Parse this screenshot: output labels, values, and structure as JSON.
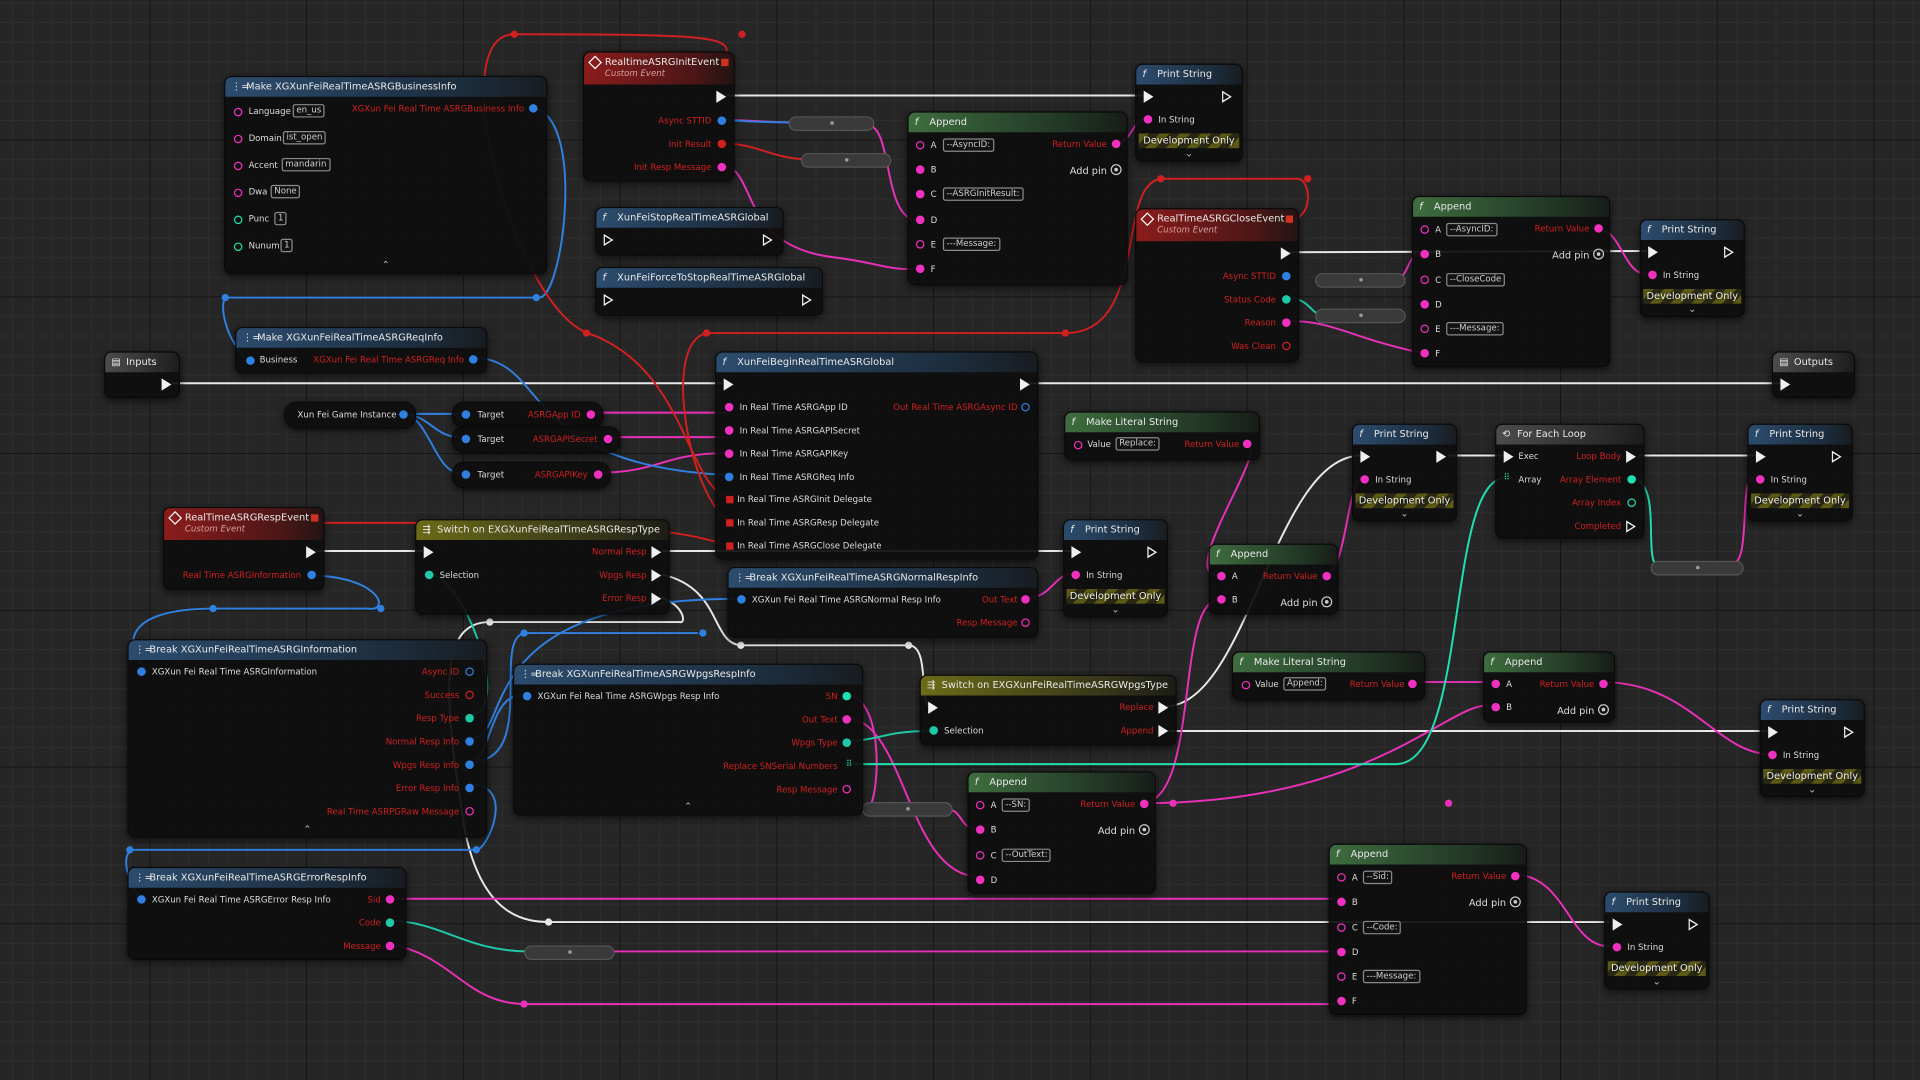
{
  "colors": {
    "exec": "#f0f0f0",
    "string": "#f030c0",
    "struct": "#2f80e0",
    "enum": "#1fc8a8",
    "bool": "#d02020",
    "int": "#1fe0b0",
    "header_function": "#2c4c6e",
    "header_pure": "#3e6d3e",
    "header_event": "#8c1c1c",
    "header_switch": "#6b6b18"
  },
  "common": {
    "dev_only": "Development Only",
    "in_string": "In String",
    "return_value": "Return Value",
    "add_pin": "Add pin",
    "custom_event": "Custom Event",
    "target": "Target",
    "value": "Value",
    "selection": "Selection"
  },
  "nodes": {
    "make_business": {
      "title": "Make XGXunFeiRealTimeASRGBusinessInfo",
      "output": "XGXun Fei Real Time ASRGBusiness Info",
      "fields": [
        {
          "label": "Language",
          "value": "en_us"
        },
        {
          "label": "Domain",
          "value": "ist_open"
        },
        {
          "label": "Accent",
          "value": "mandarin"
        },
        {
          "label": "Dwa",
          "value": "None"
        },
        {
          "label": "Punc",
          "value": "1"
        },
        {
          "label": "Nunum",
          "value": "1"
        }
      ]
    },
    "init_event": {
      "title": "RealtimeASRGInitEvent",
      "pins": [
        "Async STTID",
        "Init Result",
        "Init Resp Message"
      ]
    },
    "append1": {
      "title": "Append",
      "a": "--AsyncID:",
      "c": "--ASRGInitResult:",
      "e": "---Message:",
      "labels": [
        "A",
        "B",
        "C",
        "D",
        "E",
        "F"
      ]
    },
    "print1": {
      "title": "Print String"
    },
    "stop_global": {
      "title": "XunFeiStopRealTimeASRGlobal"
    },
    "force_stop": {
      "title": "XunFeiForceToStopRealTimeASRGlobal"
    },
    "close_event": {
      "title": "RealTimeASRGCloseEvent",
      "pins": [
        "Async STTID",
        "Status Code",
        "Reason",
        "Was Clean"
      ]
    },
    "append2": {
      "title": "Append",
      "a": "--AsyncID:",
      "c": "--CloseCode",
      "e": "---Message:",
      "labels": [
        "A",
        "B",
        "C",
        "D",
        "E",
        "F"
      ]
    },
    "print2": {
      "title": "Print String"
    },
    "make_req": {
      "title": "Make XGXunFeiRealTimeASRGReqInfo",
      "input": "Business",
      "output": "XGXun Fei Real Time ASRGReq Info"
    },
    "inputs": {
      "title": "Inputs"
    },
    "outputs": {
      "title": "Outputs"
    },
    "game_instance": {
      "label": "Xun Fei Game Instance"
    },
    "getters": [
      {
        "label": "ASRGApp ID"
      },
      {
        "label": "ASRGAPISecret"
      },
      {
        "label": "ASRGAPIKey"
      }
    ],
    "begin_global": {
      "title": "XunFeiBeginRealTimeASRGlobal",
      "inputs": [
        "In Real Time ASRGApp ID",
        "In Real Time ASRGAPISecret",
        "In Real Time ASRGAPIKey",
        "In Real Time ASRGReq Info",
        "In Real Time ASRGInit Delegate",
        "In Real Time ASRGResp Delegate",
        "In Real Time ASRGClose Delegate"
      ],
      "output": "Out Real Time ASRGAsync ID"
    },
    "literal1": {
      "title": "Make Literal String",
      "value": "Replace:"
    },
    "print3": {
      "title": "Print String"
    },
    "foreach": {
      "title": "For Each Loop",
      "exec": "Exec",
      "array": "Array",
      "loop_body": "Loop Body",
      "array_element": "Array Element",
      "array_index": "Array Index",
      "completed": "Completed"
    },
    "print4": {
      "title": "Print String"
    },
    "resp_event": {
      "title": "RealTimeASRGRespEvent",
      "output": "Real Time ASRGInformation"
    },
    "switch_resp": {
      "title": "Switch on EXGXunFeiRealTimeASRGRespType",
      "outs": [
        "Normal Resp",
        "Wpgs Resp",
        "Error Resp"
      ]
    },
    "break_normal": {
      "title": "Break XGXunFeiRealTimeASRGNormalRespInfo",
      "input": "XGXun Fei Real Time ASRGNormal Resp Info",
      "outs": [
        "Out Text",
        "Resp Message"
      ]
    },
    "print5": {
      "title": "Print String"
    },
    "append3": {
      "title": "Append",
      "labels": [
        "A",
        "B"
      ]
    },
    "break_info": {
      "title": "Break XGXunFeiRealTimeASRGInformation",
      "input": "XGXun Fei Real Time ASRGInformation",
      "outs": [
        "Async ID",
        "Success",
        "Resp Type",
        "Normal Resp Info",
        "Wpgs Resp Info",
        "Error Resp Info",
        "Real Time ASRPGRaw Message"
      ]
    },
    "break_wpgs": {
      "title": "Break XGXunFeiRealTimeASRGWpgsRespInfo",
      "input": "XGXun Fei Real Time ASRGWpgs Resp Info",
      "outs": [
        "SN",
        "Out Text",
        "Wpgs Type",
        "Replace SNSerial Numbers",
        "Resp Message"
      ]
    },
    "switch_wpgs": {
      "title": "Switch on EXGXunFeiRealTimeASRGWpgsType",
      "outs": [
        "Replace",
        "Append"
      ]
    },
    "literal2": {
      "title": "Make Literal String",
      "value": "Append:"
    },
    "append4": {
      "title": "Append",
      "labels": [
        "A",
        "B"
      ]
    },
    "print6": {
      "title": "Print String"
    },
    "append5": {
      "title": "Append",
      "a": "--SN:",
      "c": "--OutText:",
      "labels": [
        "A",
        "B",
        "C",
        "D"
      ]
    },
    "break_error": {
      "title": "Break XGXunFeiRealTimeASRGErrorRespInfo",
      "input": "XGXun Fei Real Time ASRGError Resp Info",
      "outs": [
        "Sid",
        "Code",
        "Message"
      ]
    },
    "append6": {
      "title": "Append",
      "a": "--Sid:",
      "c": "--Code:",
      "e": "---Message:",
      "labels": [
        "A",
        "B",
        "C",
        "D",
        "E",
        "F"
      ]
    },
    "print7": {
      "title": "Print String"
    }
  },
  "icons": {
    "function": "f-icon",
    "make_struct": "make-struct-icon",
    "break_struct": "break-struct-icon",
    "event": "event-diamond-icon",
    "switch": "switch-icon",
    "foreach": "loop-icon",
    "tunnel": "tunnel-icon"
  }
}
